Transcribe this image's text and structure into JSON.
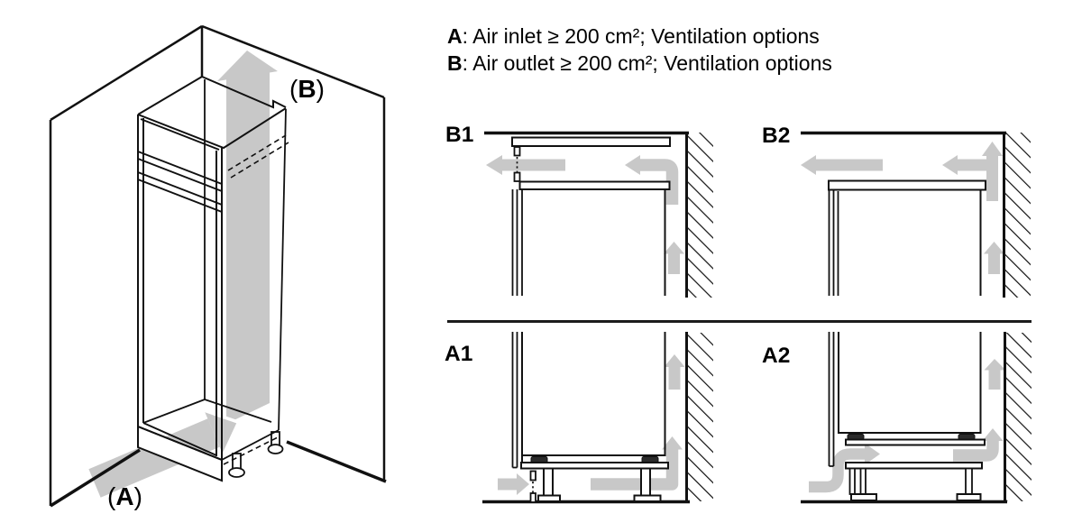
{
  "legend": {
    "lines": [
      {
        "key": "A",
        "rest": ": Air inlet ≥ 200 cm²; Ventilation options"
      },
      {
        "key": "B",
        "rest": ": Air outlet ≥ 200 cm²; Ventilation options"
      }
    ]
  },
  "iso_labels": {
    "outlet": {
      "open": "(",
      "letter": "B",
      "close": ")"
    },
    "inlet": {
      "open": "(",
      "letter": "A",
      "close": ")"
    }
  },
  "diagram_labels": {
    "b1": "B1",
    "b2": "B2",
    "a1": "A1",
    "a2": "A2"
  },
  "colors": {
    "line": "#111111",
    "airflow_arrow": "#c8c8c8",
    "text": "#000000",
    "background": "#ffffff"
  }
}
